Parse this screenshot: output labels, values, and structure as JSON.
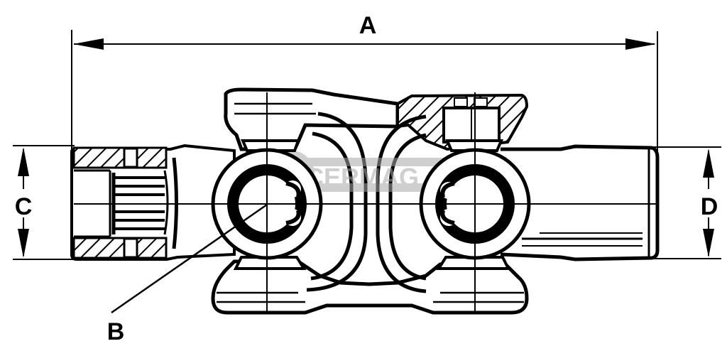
{
  "diagram": {
    "subject": "double universal joint (cardan)",
    "dimensions": {
      "A": {
        "label": "A",
        "meaning": "overall length"
      },
      "B": {
        "label": "B",
        "meaning": "cross / bearing bore"
      },
      "C": {
        "label": "C",
        "meaning": "splined end diameter"
      },
      "D": {
        "label": "D",
        "meaning": "plain shaft end diameter"
      }
    },
    "watermark": {
      "text": "CERMAG",
      "registered": "®",
      "color": "#a8a8a8"
    },
    "colors": {
      "ink": "#000000",
      "background": "#ffffff"
    }
  }
}
